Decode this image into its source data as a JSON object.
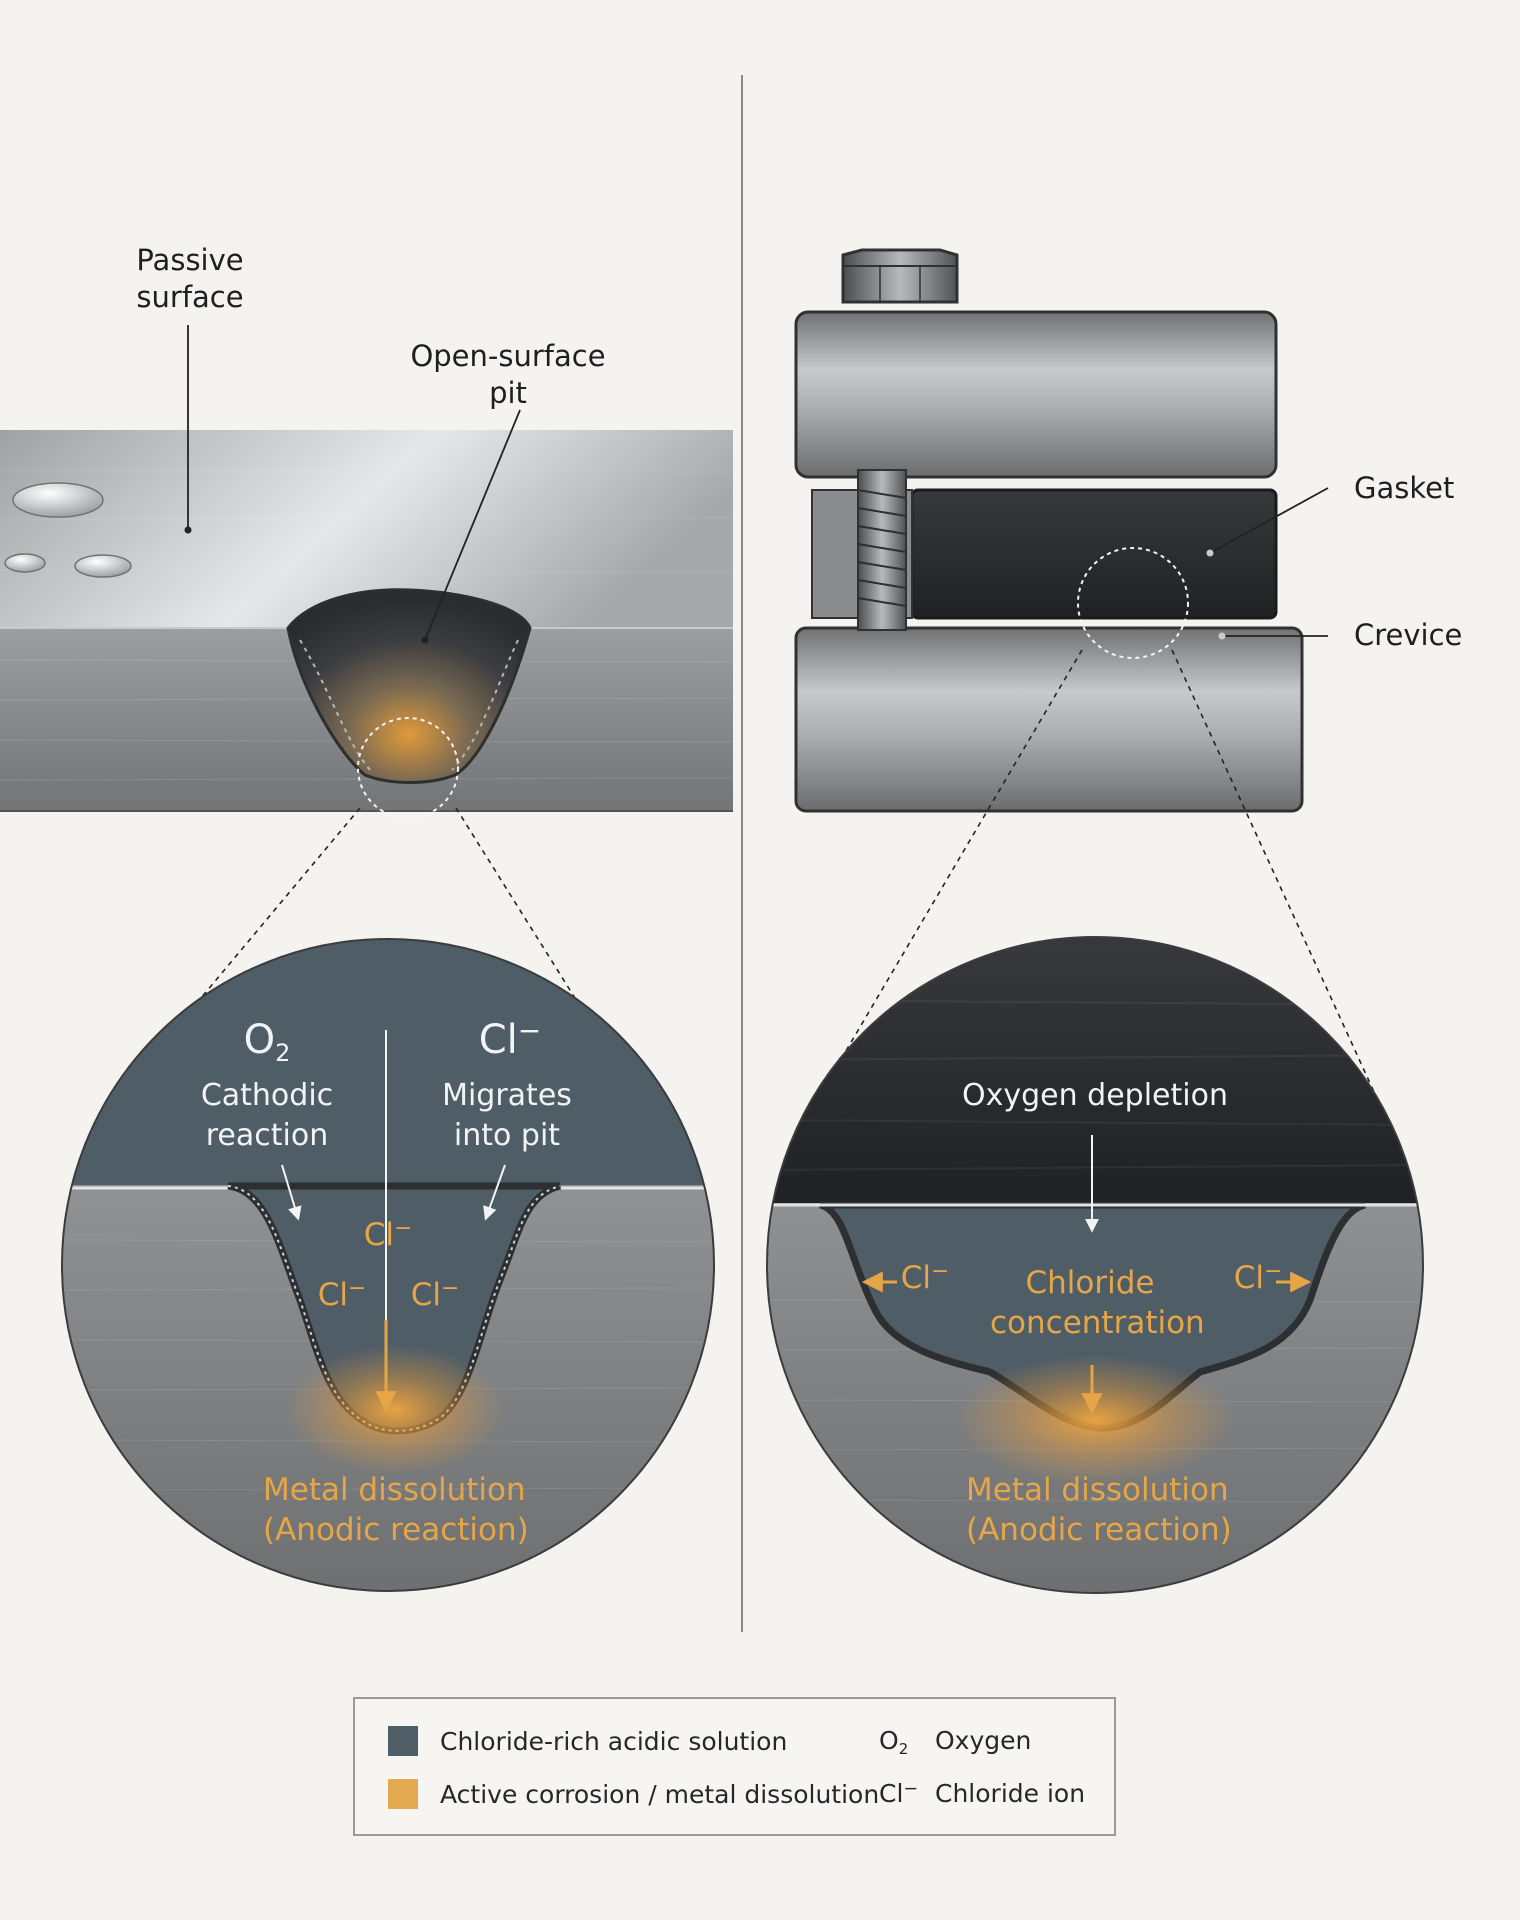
{
  "left_panel": {
    "passive_surface_label": [
      "Passive",
      "surface"
    ],
    "open_pit_label": [
      "Open-surface",
      "pit"
    ],
    "zoom": {
      "o2_symbol": "O",
      "o2_sub": "2",
      "cl_symbol": "Cl",
      "cl_sup": "−",
      "cathodic_label": [
        "Cathodic",
        "reaction"
      ],
      "migrates_label": [
        "Migrates",
        "into pit"
      ],
      "ion_glyph": "Cl",
      "ion_glyph_sup": "−",
      "dissolution_label": [
        "Metal dissolution",
        "(Anodic reaction)"
      ]
    }
  },
  "right_panel": {
    "gasket_label": "Gasket",
    "crevice_label": "Crevice",
    "zoom": {
      "oxygen_depletion_label": "Oxygen depletion",
      "chloride_concentration_label": [
        "Chloride",
        "concentration"
      ],
      "ion_glyph": "Cl",
      "ion_glyph_sup": "−",
      "dissolution_label": [
        "Metal dissolution",
        "(Anodic reaction)"
      ]
    }
  },
  "legend": {
    "items": [
      {
        "color": "#4f5d67",
        "label": "Chloride-rich acidic solution"
      },
      {
        "color": "#e3aa52",
        "label": "Active corrosion / metal dissolution"
      }
    ],
    "symbols": [
      {
        "symbol": "O",
        "sub": "2",
        "label": "Oxygen"
      },
      {
        "symbol": "Cl",
        "sup": "−",
        "label": "Chloride ion"
      }
    ]
  },
  "colors": {
    "background": "#f5f3ef",
    "solution": "#4f5d67",
    "corrosion": "#e3aa52",
    "gasket": "#2f3135",
    "steel_light": "#d4d5d6",
    "steel_dark": "#7a7c7e"
  }
}
